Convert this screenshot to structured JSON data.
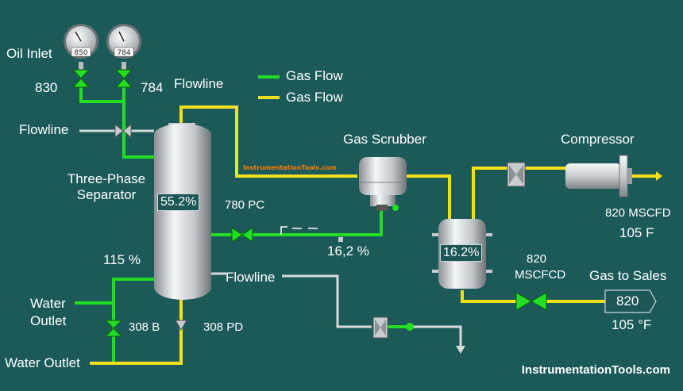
{
  "colors": {
    "background": "#1c5a5a",
    "gas_green": "#22dd22",
    "gas_yellow": "#f2e01c",
    "pipe_gray": "#d9d9d9"
  },
  "labels": {
    "oil_inlet": "Oil Inlet",
    "val_830": "830",
    "val_784": "784",
    "flowline_top": "Flowline",
    "flowline_left": "Flowline",
    "flowline_bottom": "Flowline",
    "separator_line1": "Three-Phase",
    "separator_line2": "Separator",
    "separator_level": "55.2%",
    "pc_780": "780 PC",
    "pct_115": "115 %",
    "water_outlet_1a": "Water",
    "water_outlet_1b": "Outlet",
    "water_outlet_2": "Water Outlet",
    "val_308b": "308 B",
    "val_308pd": "308 PD",
    "gas_scrubber": "Gas Scrubber",
    "compressor": "Compressor",
    "scrubber_pct": "16,2 %",
    "scrubber_level": "16.2%",
    "msc_820": "820",
    "mscfcd": "MSCFCD",
    "gas_to_sales": "Gas to Sales",
    "sales_value": "820",
    "sales_temp": "105 °F",
    "comp_flow": "820 MSCFD",
    "comp_temp": "105 F",
    "watermark": "InstrumentationTools.com",
    "footer": "InstrumentationTools.com"
  },
  "legend": [
    {
      "label": "Gas Flow",
      "color": "#22dd22"
    },
    {
      "label": "Gas Flow",
      "color": "#f2e01c"
    }
  ],
  "gauges": [
    {
      "value": "850"
    },
    {
      "value": "784"
    }
  ]
}
